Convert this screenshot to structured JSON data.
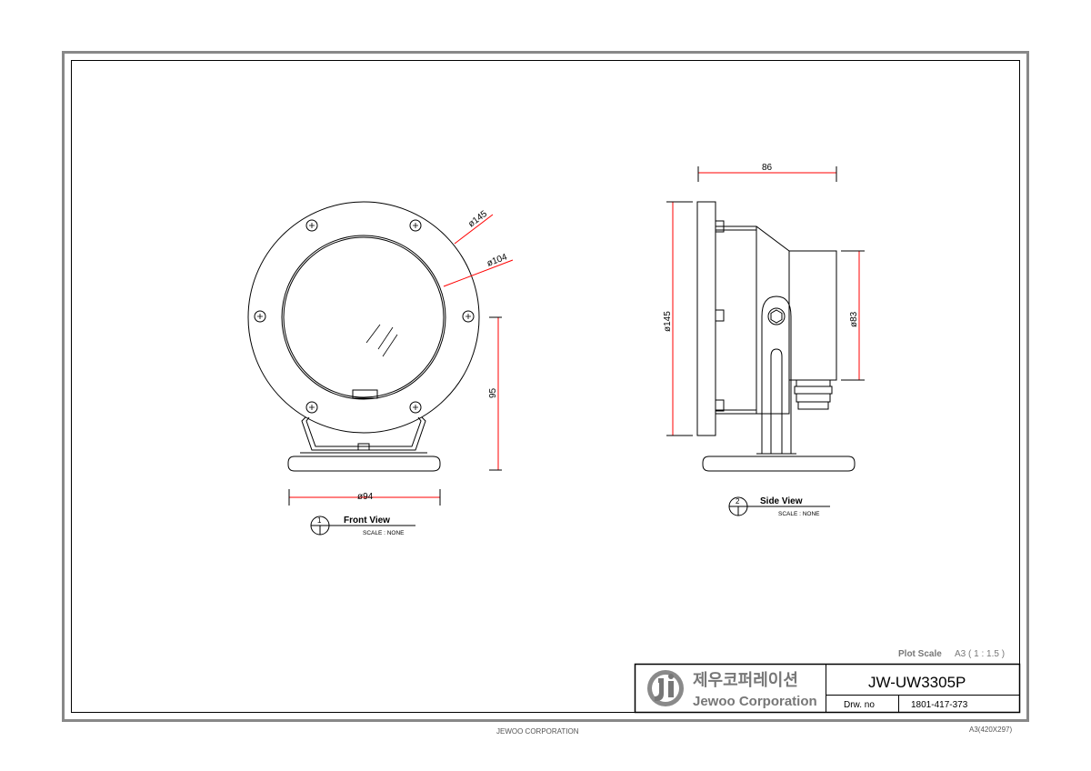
{
  "front_view": {
    "dims": {
      "outer_dia": "ø145",
      "lens_dia": "ø104",
      "height": "95",
      "base_dia": "ø94"
    },
    "label": {
      "number": "1",
      "title": "Front View",
      "scale": "SCALE : NONE"
    }
  },
  "side_view": {
    "dims": {
      "depth": "86",
      "flange_dia": "ø145",
      "body_dia": "ø83"
    },
    "label": {
      "number": "2",
      "title": "Side View",
      "scale": "SCALE : NONE"
    }
  },
  "title_block": {
    "plot_scale_label": "Plot Scale",
    "plot_scale_value": "A3 ( 1 : 1.5 )",
    "company_korean": "제우코퍼레이션",
    "company_english": "Jewoo Corporation",
    "model": "JW-UW3305P",
    "drw_no_label": "Drw. no",
    "drw_no_value": "1801-417-373"
  },
  "footer": {
    "company": "JEWOO CORPORATION",
    "paper": "A3(420X297)"
  },
  "colors": {
    "dimension": "#ff0000",
    "line": "#000000",
    "frame": "#888888"
  }
}
